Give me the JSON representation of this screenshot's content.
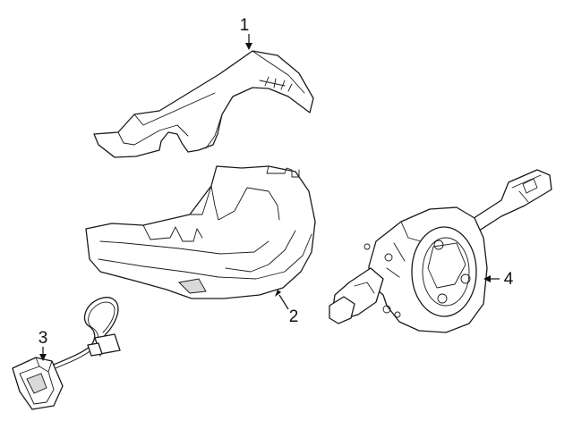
{
  "callouts": {
    "c1": "1",
    "c2": "2",
    "c3": "3",
    "c4": "4"
  },
  "colors": {
    "line": "#1a1a1a",
    "background": "#ffffff"
  }
}
